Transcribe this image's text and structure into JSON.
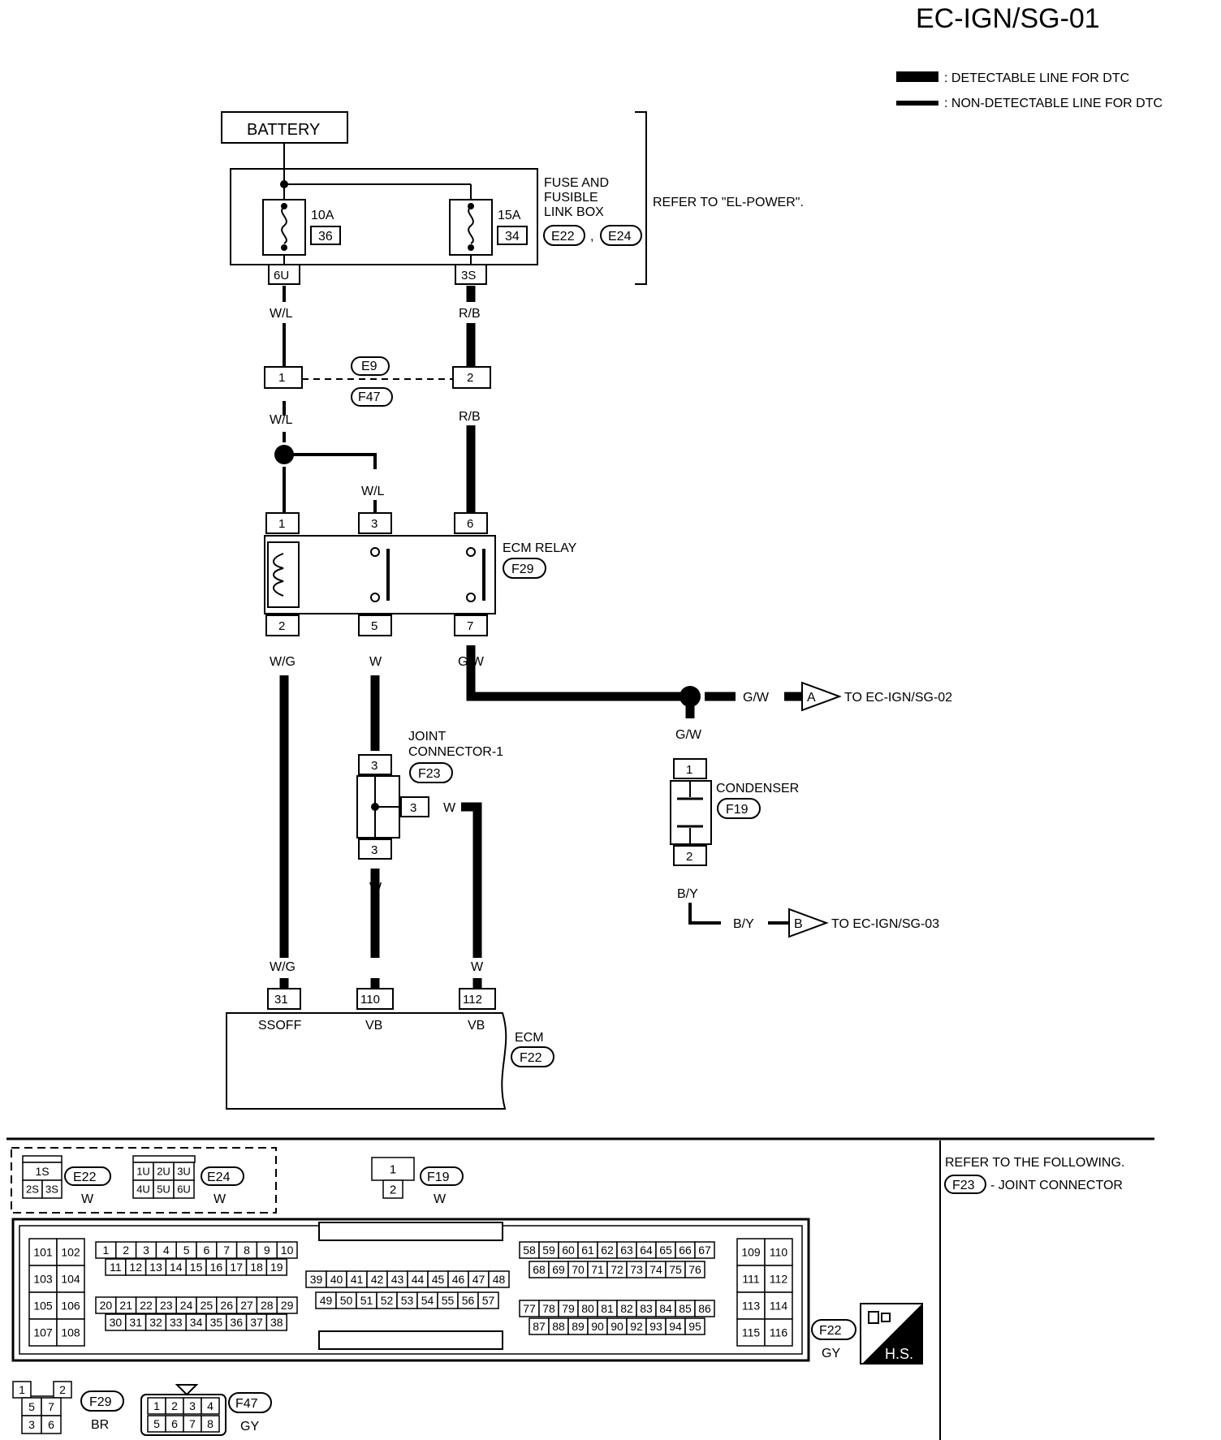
{
  "header": {
    "title": "EC-IGN/SG-01"
  },
  "legend": {
    "detectable": ": DETECTABLE LINE FOR DTC",
    "non_detectable": ": NON-DETECTABLE LINE FOR DTC"
  },
  "battery": "BATTERY",
  "fuse_box": {
    "label_1": "FUSE AND",
    "label_2": "FUSIBLE",
    "label_3": "LINK BOX",
    "conn_a": "E22",
    "sep": ",",
    "conn_b": "E24",
    "refer": "REFER TO \"EL-POWER\".",
    "fuse_left_amp": "10A",
    "fuse_left_no": "36",
    "fuse_right_amp": "15A",
    "fuse_right_no": "34",
    "term_left": "6U",
    "term_right": "3S"
  },
  "wires": {
    "wl_1": "W/L",
    "rb_1": "R/B",
    "wl_2": "W/L",
    "rb_2": "R/B",
    "wl_3": "W/L",
    "wg_1": "W/G",
    "w_1": "W",
    "gw_1": "G/W",
    "gw_2": "G/W",
    "gw_3": "G/W",
    "w_2": "W",
    "w_3": "W",
    "by_1": "B/Y",
    "by_2": "B/Y",
    "wg_2": "W/G",
    "w_4": "W"
  },
  "inline_conn": {
    "pin_left": "1",
    "pin_right": "2",
    "conn_a": "E9",
    "conn_b": "F47"
  },
  "ecm_relay": {
    "label": "ECM RELAY",
    "conn": "F29",
    "pin_1": "1",
    "pin_3": "3",
    "pin_6": "6",
    "pin_2": "2",
    "pin_5": "5",
    "pin_7": "7"
  },
  "offpage_a": {
    "letter": "A",
    "text": "TO EC-IGN/SG-02"
  },
  "offpage_b": {
    "letter": "B",
    "text": "TO EC-IGN/SG-03"
  },
  "joint_connector": {
    "label_1": "JOINT",
    "label_2": "CONNECTOR-1",
    "conn": "F23",
    "pin_top": "3",
    "pin_side": "3",
    "pin_bottom": "3"
  },
  "condenser": {
    "label": "CONDENSER",
    "conn": "F19",
    "pin_1": "1",
    "pin_2": "2"
  },
  "ecm": {
    "label": "ECM",
    "conn": "F22",
    "pin_31": "31",
    "pin_110": "110",
    "pin_112": "112",
    "sig_31": "SSOFF",
    "sig_110": "VB",
    "sig_112": "VB"
  },
  "connector_views": {
    "e22": {
      "conn": "E22",
      "color": "W",
      "cells": [
        "1S",
        "2S",
        "3S"
      ]
    },
    "e24": {
      "conn": "E24",
      "color": "W",
      "cells": [
        "1U",
        "2U",
        "3U",
        "4U",
        "5U",
        "6U"
      ]
    },
    "f19": {
      "conn": "F19",
      "color": "W",
      "cells": [
        "1",
        "2"
      ]
    },
    "f22": {
      "conn": "F22",
      "color": "GY",
      "g1": [
        "101",
        "102",
        "103",
        "104",
        "105",
        "106",
        "107",
        "108"
      ],
      "g2a": [
        "1",
        "2",
        "3",
        "4",
        "5",
        "6",
        "7",
        "8",
        "9",
        "10"
      ],
      "g2b": [
        "11",
        "12",
        "13",
        "14",
        "15",
        "16",
        "17",
        "18",
        "19"
      ],
      "g2c": [
        "20",
        "21",
        "22",
        "23",
        "24",
        "25",
        "26",
        "27",
        "28",
        "29"
      ],
      "g2d": [
        "30",
        "31",
        "32",
        "33",
        "34",
        "35",
        "36",
        "37",
        "38"
      ],
      "g3a": [
        "39",
        "40",
        "41",
        "42",
        "43",
        "44",
        "45",
        "46",
        "47",
        "48"
      ],
      "g3b": [
        "49",
        "50",
        "51",
        "52",
        "53",
        "54",
        "55",
        "56",
        "57"
      ],
      "g4a": [
        "58",
        "59",
        "60",
        "61",
        "62",
        "63",
        "64",
        "65",
        "66",
        "67"
      ],
      "g4b": [
        "68",
        "69",
        "70",
        "71",
        "72",
        "73",
        "74",
        "75",
        "76"
      ],
      "g4c": [
        "77",
        "78",
        "79",
        "80",
        "81",
        "82",
        "83",
        "84",
        "85",
        "86"
      ],
      "g4d": [
        "87",
        "88",
        "89",
        "90",
        "90",
        "92",
        "93",
        "94",
        "95"
      ],
      "g5": [
        "109",
        "110",
        "111",
        "112",
        "113",
        "114",
        "115",
        "116"
      ]
    },
    "f29": {
      "conn": "F29",
      "color": "BR",
      "cells": [
        "1",
        "2",
        "5",
        "7",
        "3",
        "6"
      ]
    },
    "f47": {
      "conn": "F47",
      "color": "GY",
      "cells": [
        "1",
        "2",
        "3",
        "4",
        "5",
        "6",
        "7",
        "8"
      ]
    }
  },
  "refer_note": {
    "line_1": "REFER TO THE FOLLOWING.",
    "conn": "F23",
    "text": "- JOINT CONNECTOR"
  },
  "hs_badge": "H.S."
}
